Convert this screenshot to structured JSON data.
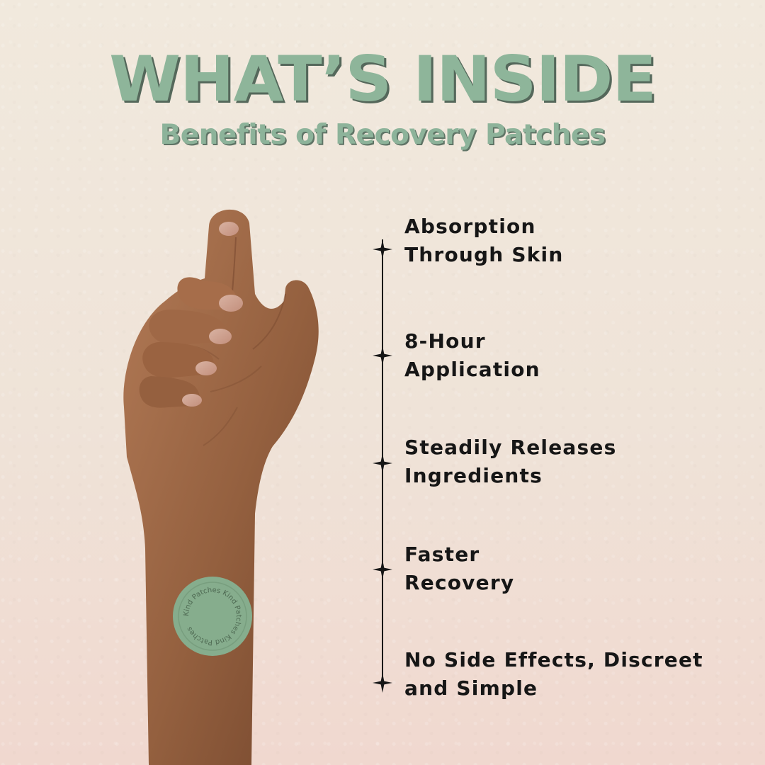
{
  "header": {
    "title": "WHAT’S INSIDE",
    "subtitle": "Benefits of Recovery Patches"
  },
  "benefits": [
    {
      "line1": "Absorption",
      "line2": "Through Skin"
    },
    {
      "line1": "8-Hour",
      "line2": "Application"
    },
    {
      "line1": "Steadily Releases",
      "line2": "Ingredients"
    },
    {
      "line1": "Faster",
      "line2": "Recovery"
    },
    {
      "line1": "No Side Effects, Discreet",
      "line2": "and Simple"
    }
  ],
  "patch": {
    "text": "Kind Patches Kind Patches Kind Patches"
  },
  "colors": {
    "title": "#8eb59a",
    "title_shadow": "#55685b",
    "text": "#161616",
    "patch": "#86ad8d",
    "skin": "#9a6645"
  }
}
